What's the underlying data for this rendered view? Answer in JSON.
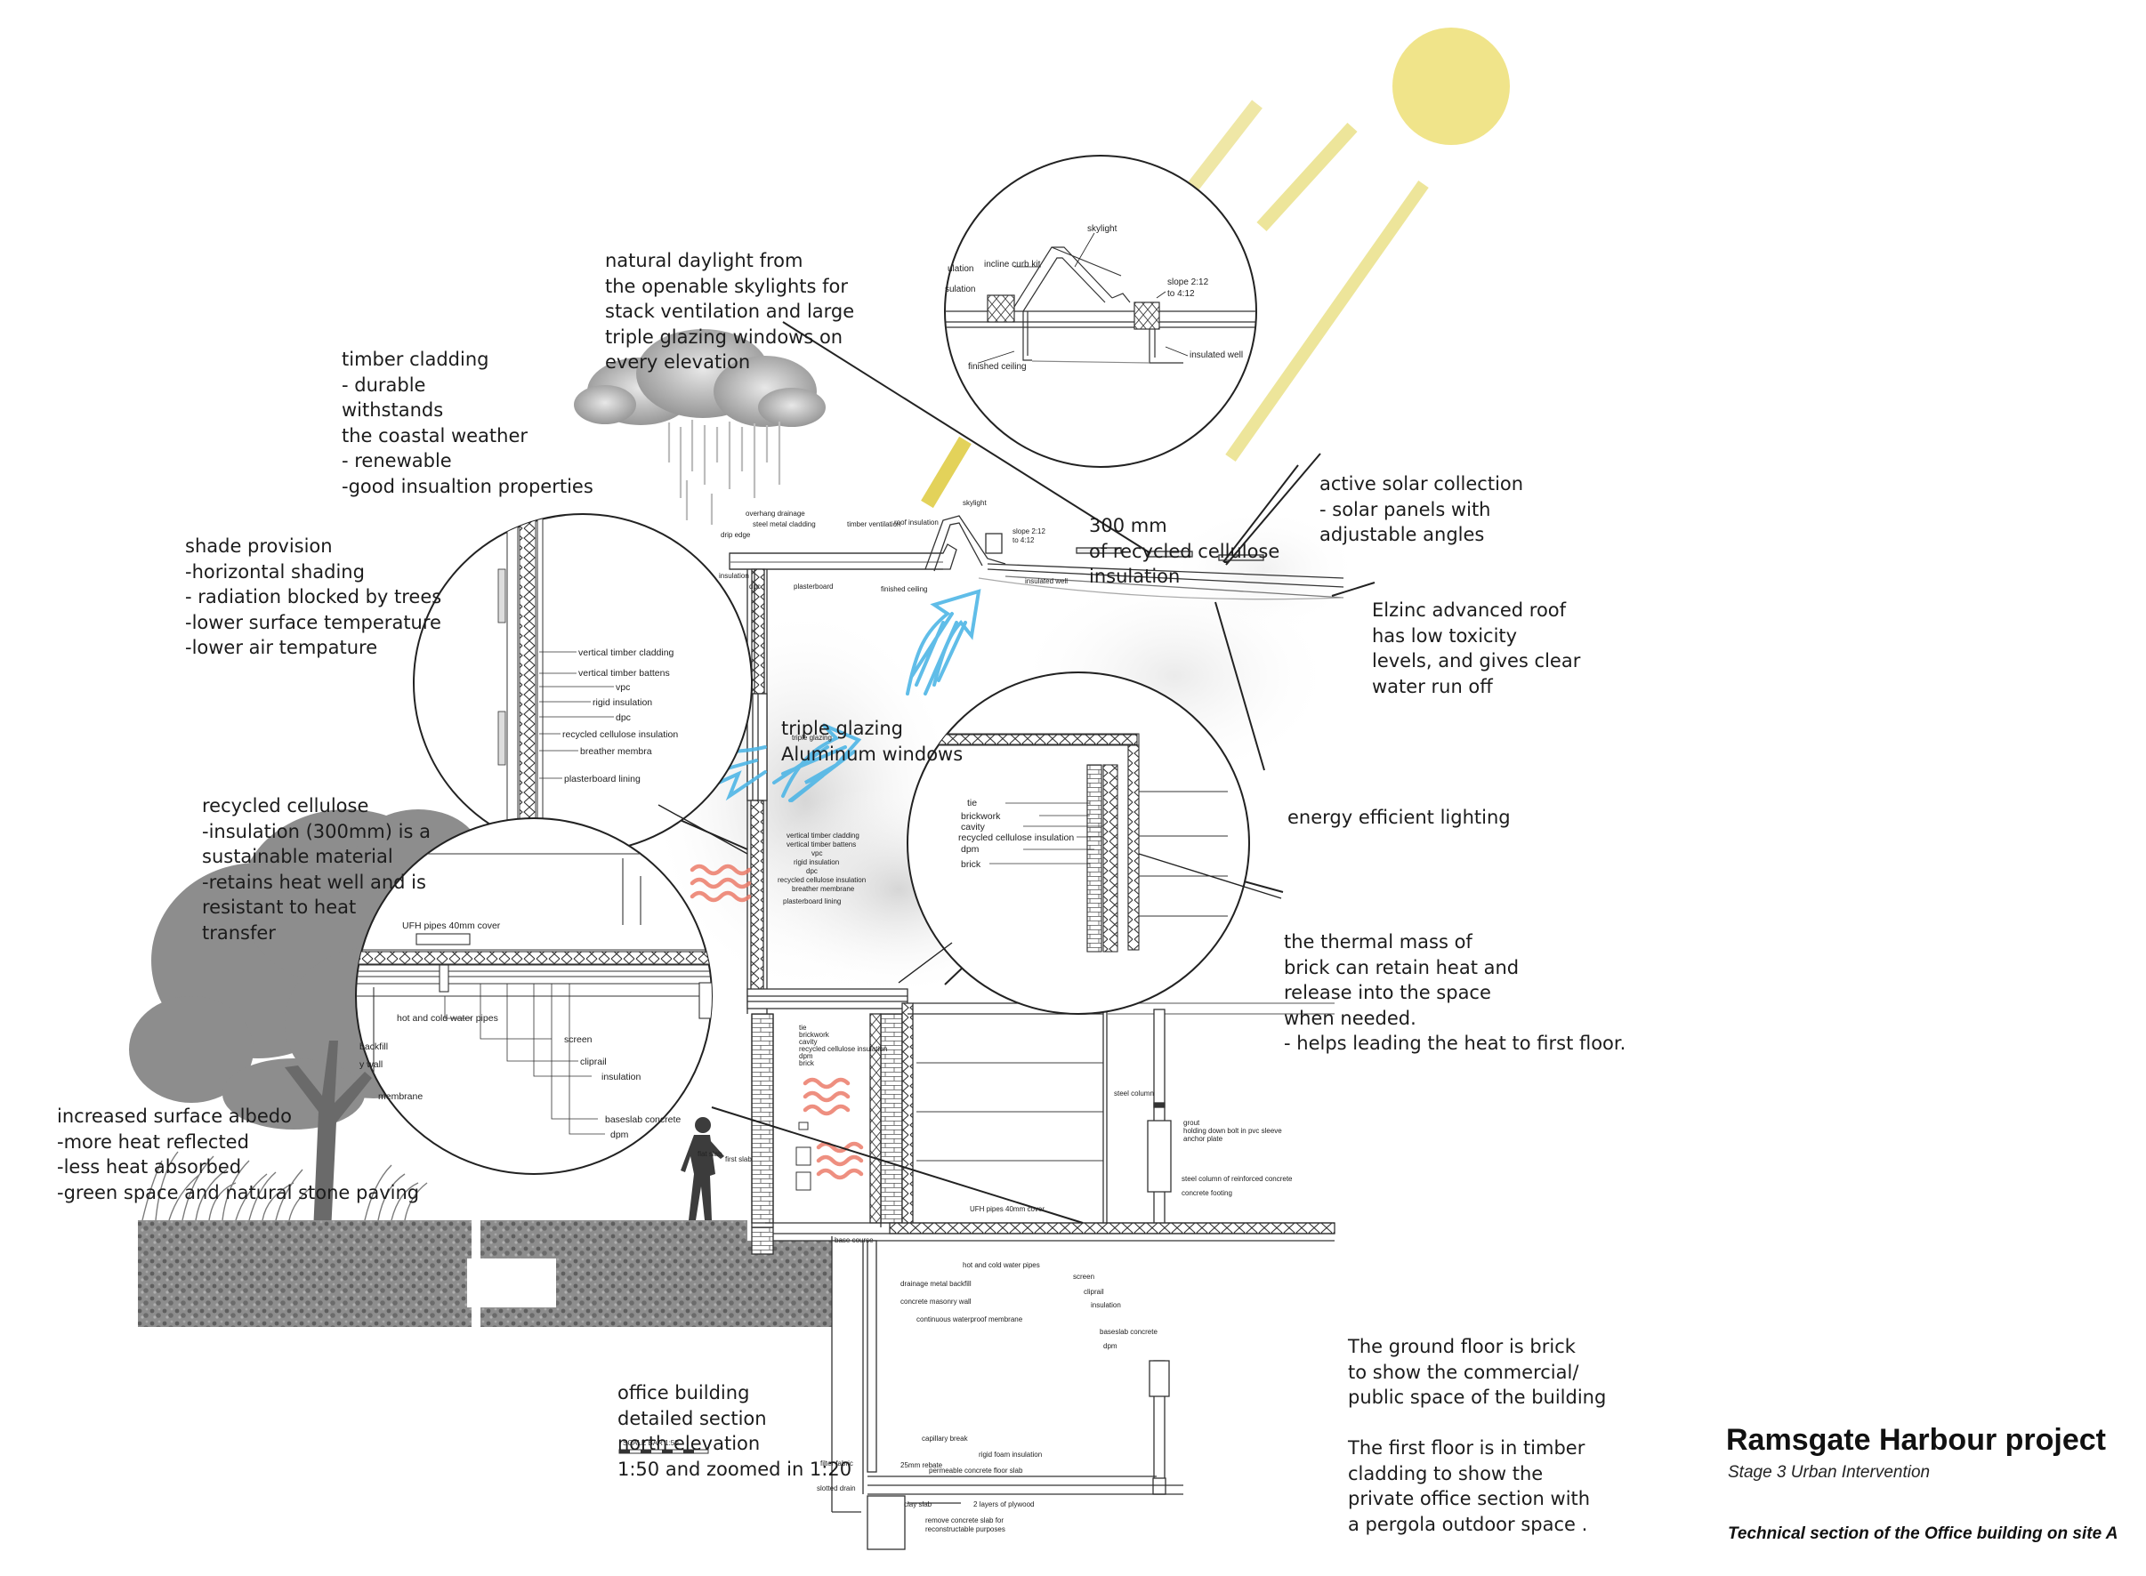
{
  "title": "Ramsgate Harbour project",
  "subtitle": "Stage 3 Urban Intervention",
  "caption": "Technical section of the Office building on site A",
  "annotations": {
    "daylight": [
      "natural daylight from",
      "the openable skylights for",
      "stack ventilation and large",
      "triple glazing windows on",
      "every elevation"
    ],
    "timber": [
      "timber cladding",
      "- durable",
      "withstands",
      "the coastal weather",
      "- renewable",
      "-good insualtion properties"
    ],
    "shade": [
      "shade provision",
      "-horizontal shading",
      "- radiation blocked by trees",
      "-lower surface temperature",
      "-lower air tempature"
    ],
    "cellulose": [
      "recycled cellulose",
      "-insulation (300mm) is a",
      "sustainable material",
      "-retains heat well and is",
      "resistant to heat",
      "transfer"
    ],
    "albedo": [
      "increased surface albedo",
      "-more heat reflected",
      "-less heat absorbed",
      "-green space and natural stone paving"
    ],
    "solar": [
      "active solar collection",
      "- solar panels with",
      "adjustable angles"
    ],
    "roof": [
      "Elzinc advanced roof",
      "has low toxicity",
      "levels, and gives clear",
      "water run off"
    ],
    "insulation300": [
      "300 mm",
      "of recycled cellulose",
      "insulation"
    ],
    "glazing": [
      "triple glazing",
      "Aluminum windows"
    ],
    "lighting": [
      "energy efficient lighting"
    ],
    "thermal": [
      "the thermal mass of",
      "brick can retain heat and",
      "release into the space",
      "when needed.",
      "- helps leading the heat to first floor."
    ],
    "section": [
      "office building",
      "detailed section",
      "north elevation",
      "1:50 and zoomed in 1:20"
    ],
    "floors": [
      "The ground floor is brick",
      "to show the commercial/",
      "public space of the building",
      "",
      "The first floor is in timber",
      "cladding to show the",
      "private office section with",
      "a pergola outdoor space ."
    ]
  },
  "detail_labels": {
    "skylight": [
      "skylight",
      "incline curb kit",
      "slope 2:12",
      "to 4:12",
      "insulated well",
      "finished ceiling",
      "ulation",
      "sulation"
    ],
    "wall": [
      "vertical timber cladding",
      "vertical timber battens",
      "vpc",
      "rigid insulation",
      "dpc",
      "recycled cellulose insulation",
      "breather membra",
      "plasterboard lining"
    ],
    "floor": [
      "UFH pipes 40mm cover",
      "hot and cold water pipes",
      "screen",
      "cliprail",
      "insulation",
      "baseslab concrete",
      "dpm",
      "backfill",
      "y wall",
      "membrane"
    ],
    "brick": [
      "tie",
      "brickwork",
      "cavity",
      "recycled cellulose insulation",
      "dpm",
      "brick"
    ]
  },
  "section_labels": {
    "roof": [
      "overhang drainage",
      "steel metal cladding",
      "drip edge",
      "timber ventilation",
      "roof insulation",
      "plasterboard",
      "finished ceiling",
      "insulated well",
      "skylight",
      "slope 2:12",
      "to 4:12",
      "dpc",
      "insulation"
    ],
    "wall": [
      "triple glazing",
      "vertical timber cladding",
      "vertical timber battens",
      "vpc",
      "rigid insulation",
      "dpc",
      "recycled cellulose insulation",
      "breather membrane",
      "plasterboard lining"
    ],
    "brick": [
      "tie",
      "brickwork",
      "cavity",
      "recycled cellulose insulation",
      "dpm",
      "brick"
    ],
    "columns": [
      "steel column",
      "grout",
      "holding down bolt in pvc sleeve",
      "anchor plate",
      "steel column of reinforced concrete",
      "concrete footing"
    ],
    "foundation": [
      "UFH pipes 40mm cover",
      "hot and cold water pipes",
      "screen",
      "cliprail",
      "insulation",
      "baseslab concrete",
      "dpm",
      "drainage metal backfill",
      "concrete masonry wall",
      "continuous waterproof membrane",
      "base course",
      "capillary break",
      "rigid foam insulation",
      "filter fabric",
      "25mm rebate",
      "permeable concrete floor slab",
      "slotted drain",
      "clay slab",
      "2 layers of plywood",
      "remove concrete slab for",
      "reconstructable purposes",
      "flat slab",
      "first slab"
    ],
    "scale": "SCALE BAR 1:50"
  },
  "colors": {
    "sun": "#f0e48a",
    "sunray": "#ede59a",
    "sunray_dark": "#e5d45a",
    "airflow": "#4fb6e6",
    "heat": "#ec7c6a",
    "line": "#222222"
  },
  "icons": [
    "sun-icon",
    "rain-cloud-icon",
    "tree-icon",
    "person-icon",
    "airflow-arrow-icon",
    "heat-wave-icon"
  ]
}
